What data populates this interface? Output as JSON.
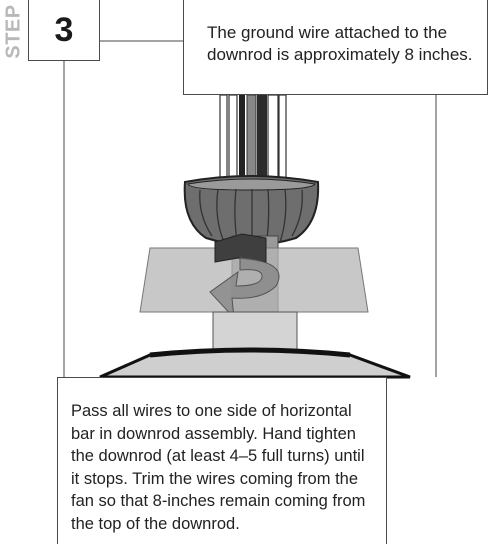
{
  "step": {
    "word": "STEP",
    "number": "3"
  },
  "captions": {
    "top": "The ground wire attached to the downrod is approximately 8 inches.",
    "bottom": "Pass all wires to one side of horizontal bar in downrod assembly. Hand tighten the downrod (at least 4–5 full turns) until it stops. Trim the wires coming from the fan so that 8-inches remain coming from the top of the downrod."
  },
  "illustration": {
    "icons": [
      "downrod-wires",
      "canopy-ball",
      "horizontal-bar",
      "rotation-arrow",
      "fan-motor-housing"
    ]
  }
}
